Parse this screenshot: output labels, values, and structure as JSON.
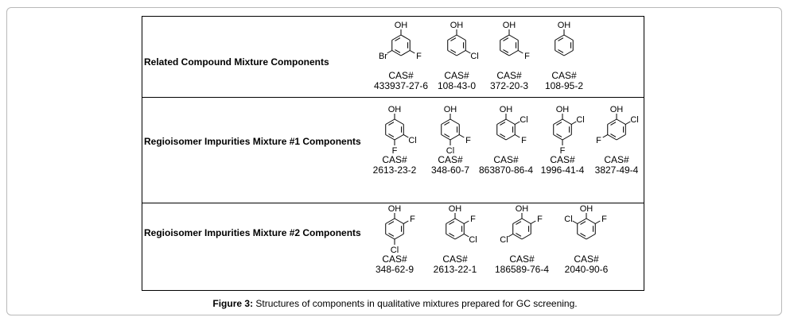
{
  "rows": [
    {
      "label": "Related Compound Mixture Components",
      "compounds": [
        {
          "substituents": {
            "top": "OH",
            "lower-left": "Br",
            "lower-right": "F"
          },
          "cas_label": "CAS#",
          "cas": "433937-27-6"
        },
        {
          "substituents": {
            "top": "OH",
            "lower-right": "Cl"
          },
          "cas_label": "CAS#",
          "cas": "108-43-0"
        },
        {
          "substituents": {
            "top": "OH",
            "lower-right": "F"
          },
          "cas_label": "CAS#",
          "cas": "372-20-3"
        },
        {
          "substituents": {
            "top": "OH"
          },
          "cas_label": "CAS#",
          "cas": "108-95-2"
        }
      ]
    },
    {
      "label": "Regioisomer Impurities Mixture #1 Components",
      "compounds": [
        {
          "substituents": {
            "top": "OH",
            "lower-right": "Cl",
            "bottom": "F"
          },
          "cas_label": "CAS#",
          "cas": "2613-23-2"
        },
        {
          "substituents": {
            "top": "OH",
            "lower-right": "F",
            "bottom": "Cl"
          },
          "cas_label": "CAS#",
          "cas": "348-60-7"
        },
        {
          "substituents": {
            "top": "OH",
            "upper-right": "Cl",
            "lower-right": "F"
          },
          "cas_label": "CAS#",
          "cas": "863870-86-4"
        },
        {
          "substituents": {
            "top": "OH",
            "upper-right": "Cl",
            "bottom": "F"
          },
          "cas_label": "CAS#",
          "cas": "1996-41-4"
        },
        {
          "substituents": {
            "top": "OH",
            "upper-right": "Cl",
            "lower-left": "F"
          },
          "cas_label": "CAS#",
          "cas": "3827-49-4"
        }
      ]
    },
    {
      "label": "Regioisomer Impurities Mixture #2 Components",
      "compounds": [
        {
          "substituents": {
            "top": "OH",
            "upper-right": "F",
            "bottom": "Cl"
          },
          "cas_label": "CAS#",
          "cas": "348-62-9"
        },
        {
          "substituents": {
            "top": "OH",
            "upper-right": "F",
            "lower-right": "Cl"
          },
          "cas_label": "CAS#",
          "cas": "2613-22-1"
        },
        {
          "substituents": {
            "top": "OH",
            "upper-right": "F",
            "lower-left": "Cl"
          },
          "cas_label": "CAS#",
          "cas": "186589-76-4"
        },
        {
          "substituents": {
            "top": "OH",
            "upper-left": "Cl",
            "upper-right": "F"
          },
          "cas_label": "CAS#",
          "cas": "2040-90-6"
        }
      ]
    }
  ],
  "caption": {
    "label": "Figure 3:",
    "text": " Structures of components in qualitative mixtures prepared for GC screening."
  }
}
